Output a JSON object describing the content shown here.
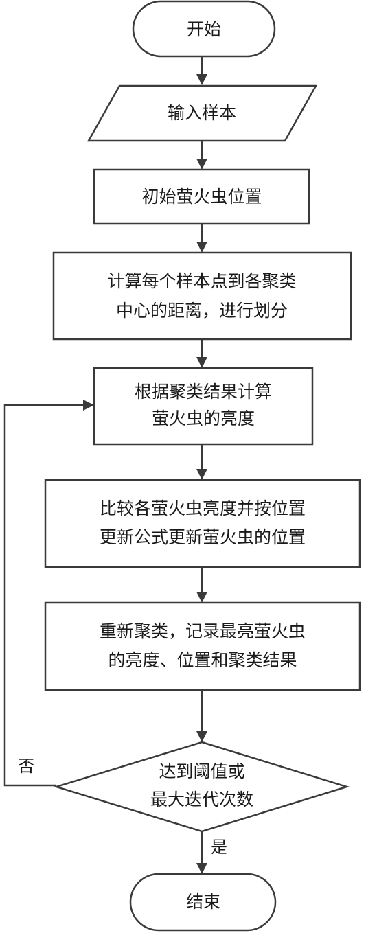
{
  "flowchart": {
    "start": {
      "label": "开始"
    },
    "input": {
      "label": "输入样本"
    },
    "init": {
      "label": "初始萤火虫位置"
    },
    "compute_distance": {
      "lines": [
        "计算每个样本点到各聚类",
        "中心的距离，进行划分"
      ]
    },
    "compute_brightness": {
      "lines": [
        "根据聚类结果计算",
        "萤火虫的亮度"
      ]
    },
    "update_position": {
      "lines": [
        "比较各萤火虫亮度并按位置",
        "更新公式更新萤火虫的位置"
      ]
    },
    "recluster": {
      "lines": [
        "重新聚类，记录最亮萤火虫",
        "的亮度、位置和聚类结果"
      ]
    },
    "decision": {
      "lines": [
        "达到阈值或",
        "最大迭代次数"
      ]
    },
    "no_label": "否",
    "yes_label": "是",
    "end": {
      "label": "结束"
    }
  },
  "style": {
    "stroke_color": "#3a3a3a",
    "text_color": "#1a1a1a",
    "background": "#ffffff"
  }
}
